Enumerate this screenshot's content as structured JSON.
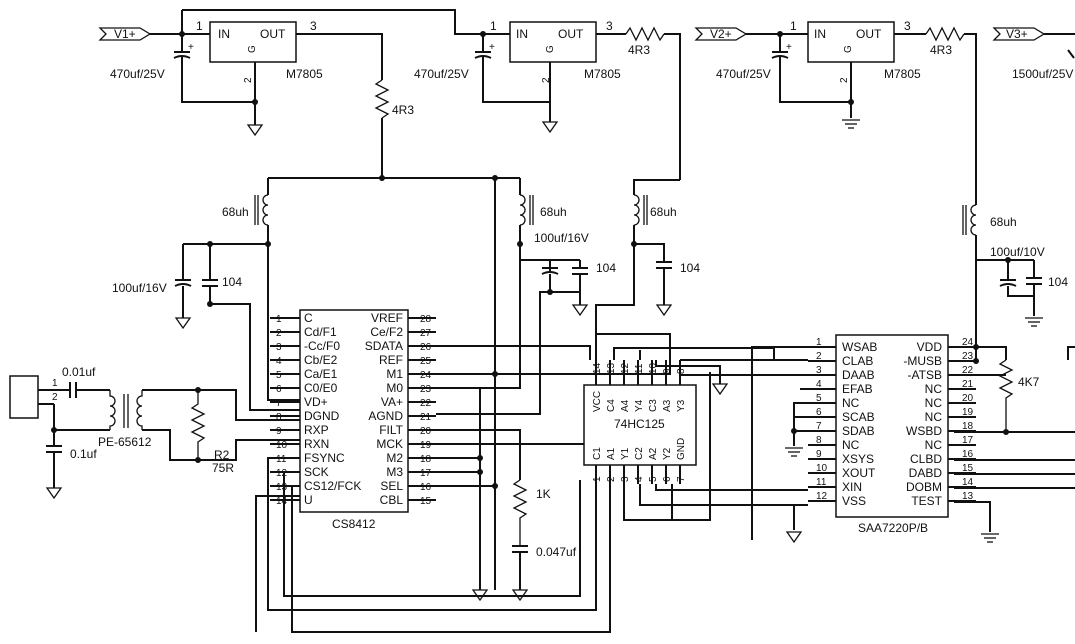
{
  "supplies": {
    "v1": "V1+",
    "v2": "V2+",
    "v3": "V3+"
  },
  "regulators": {
    "r1": {
      "in": "IN",
      "out": "OUT",
      "g": "G",
      "part": "M7805",
      "pin_in": "1",
      "pin_out": "3",
      "pin_g": "2"
    },
    "r2": {
      "in": "IN",
      "out": "OUT",
      "g": "G",
      "part": "M7805",
      "pin_in": "1",
      "pin_out": "3",
      "pin_g": "2"
    },
    "r3": {
      "in": "IN",
      "out": "OUT",
      "g": "G",
      "part": "M7805",
      "pin_in": "1",
      "pin_out": "3",
      "pin_g": "2"
    }
  },
  "passives": {
    "c_470_1": "470uf/25V",
    "c_470_2": "470uf/25V",
    "c_470_3": "470uf/25V",
    "c_1500": "1500uf/25V",
    "r_4r3_a": "4R3",
    "r_4r3_b": "4R3",
    "r_4r3_c": "4R3",
    "l_68_a": "68uh",
    "l_68_b": "68uh",
    "l_68_c": "68uh",
    "l_68_d": "68uh",
    "c_100_16_a": "100uf/16V",
    "c_100_16_b": "100uf/16V",
    "c_100_10": "100uf/10V",
    "c_104_a": "104",
    "c_104_b": "104",
    "c_104_c": "104",
    "c_104_d": "104",
    "c_001": "0.01uf",
    "c_01": "0.1uf",
    "transformer": "PE-65612",
    "r2_name": "R2",
    "r2_val": "75R",
    "r_1k": "1K",
    "c_047": "0.047uf",
    "r_4k7": "4K7"
  },
  "cs8412": {
    "name": "CS8412",
    "left": [
      {
        "n": "1",
        "p": "C"
      },
      {
        "n": "2",
        "p": "Cd/F1"
      },
      {
        "n": "3",
        "p": "-Cc/F0"
      },
      {
        "n": "4",
        "p": "Cb/E2"
      },
      {
        "n": "5",
        "p": "Ca/E1"
      },
      {
        "n": "6",
        "p": "C0/E0"
      },
      {
        "n": "7",
        "p": "VD+"
      },
      {
        "n": "8",
        "p": "DGND"
      },
      {
        "n": "9",
        "p": "RXP"
      },
      {
        "n": "10",
        "p": "RXN"
      },
      {
        "n": "11",
        "p": "FSYNC"
      },
      {
        "n": "12",
        "p": "SCK"
      },
      {
        "n": "13",
        "p": "CS12/FCK"
      },
      {
        "n": "14",
        "p": "U"
      }
    ],
    "right": [
      {
        "n": "28",
        "p": "VREF"
      },
      {
        "n": "27",
        "p": "Ce/F2"
      },
      {
        "n": "26",
        "p": "SDATA"
      },
      {
        "n": "25",
        "p": "REF"
      },
      {
        "n": "24",
        "p": "M1"
      },
      {
        "n": "23",
        "p": "M0"
      },
      {
        "n": "22",
        "p": "VA+"
      },
      {
        "n": "21",
        "p": "AGND"
      },
      {
        "n": "20",
        "p": "FILT"
      },
      {
        "n": "19",
        "p": "MCK"
      },
      {
        "n": "18",
        "p": "M2"
      },
      {
        "n": "17",
        "p": "M3"
      },
      {
        "n": "16",
        "p": "SEL"
      },
      {
        "n": "15",
        "p": "CBL"
      }
    ]
  },
  "hc125": {
    "name": "74HC125",
    "top": [
      {
        "n": "14",
        "p": "VCC"
      },
      {
        "n": "13",
        "p": "C4"
      },
      {
        "n": "12",
        "p": "A4"
      },
      {
        "n": "11",
        "p": "Y4"
      },
      {
        "n": "10",
        "p": "C3"
      },
      {
        "n": "9",
        "p": "A3"
      },
      {
        "n": "8",
        "p": "Y3"
      }
    ],
    "bottom": [
      {
        "n": "1",
        "p": "C1"
      },
      {
        "n": "2",
        "p": "A1"
      },
      {
        "n": "3",
        "p": "Y1"
      },
      {
        "n": "4",
        "p": "C2"
      },
      {
        "n": "5",
        "p": "A2"
      },
      {
        "n": "6",
        "p": "Y2"
      },
      {
        "n": "7",
        "p": "GND"
      }
    ]
  },
  "saa7220": {
    "name": "SAA7220P/B",
    "left": [
      {
        "n": "1",
        "p": "WSAB"
      },
      {
        "n": "2",
        "p": "CLAB"
      },
      {
        "n": "3",
        "p": "DAAB"
      },
      {
        "n": "4",
        "p": "EFAB"
      },
      {
        "n": "5",
        "p": "NC"
      },
      {
        "n": "6",
        "p": "SCAB"
      },
      {
        "n": "7",
        "p": "SDAB"
      },
      {
        "n": "8",
        "p": "NC"
      },
      {
        "n": "9",
        "p": "XSYS"
      },
      {
        "n": "10",
        "p": "XOUT"
      },
      {
        "n": "11",
        "p": "XIN"
      },
      {
        "n": "12",
        "p": "VSS"
      }
    ],
    "right": [
      {
        "n": "24",
        "p": "VDD"
      },
      {
        "n": "23",
        "p": "-MUSB"
      },
      {
        "n": "22",
        "p": "-ATSB"
      },
      {
        "n": "21",
        "p": "NC"
      },
      {
        "n": "20",
        "p": "NC"
      },
      {
        "n": "19",
        "p": "NC"
      },
      {
        "n": "18",
        "p": "WSBD"
      },
      {
        "n": "17",
        "p": "NC"
      },
      {
        "n": "16",
        "p": "CLBD"
      },
      {
        "n": "15",
        "p": "DABD"
      },
      {
        "n": "14",
        "p": "DOBM"
      },
      {
        "n": "13",
        "p": "TEST"
      }
    ]
  },
  "input_pins": {
    "p1": "1",
    "p2": "2"
  }
}
